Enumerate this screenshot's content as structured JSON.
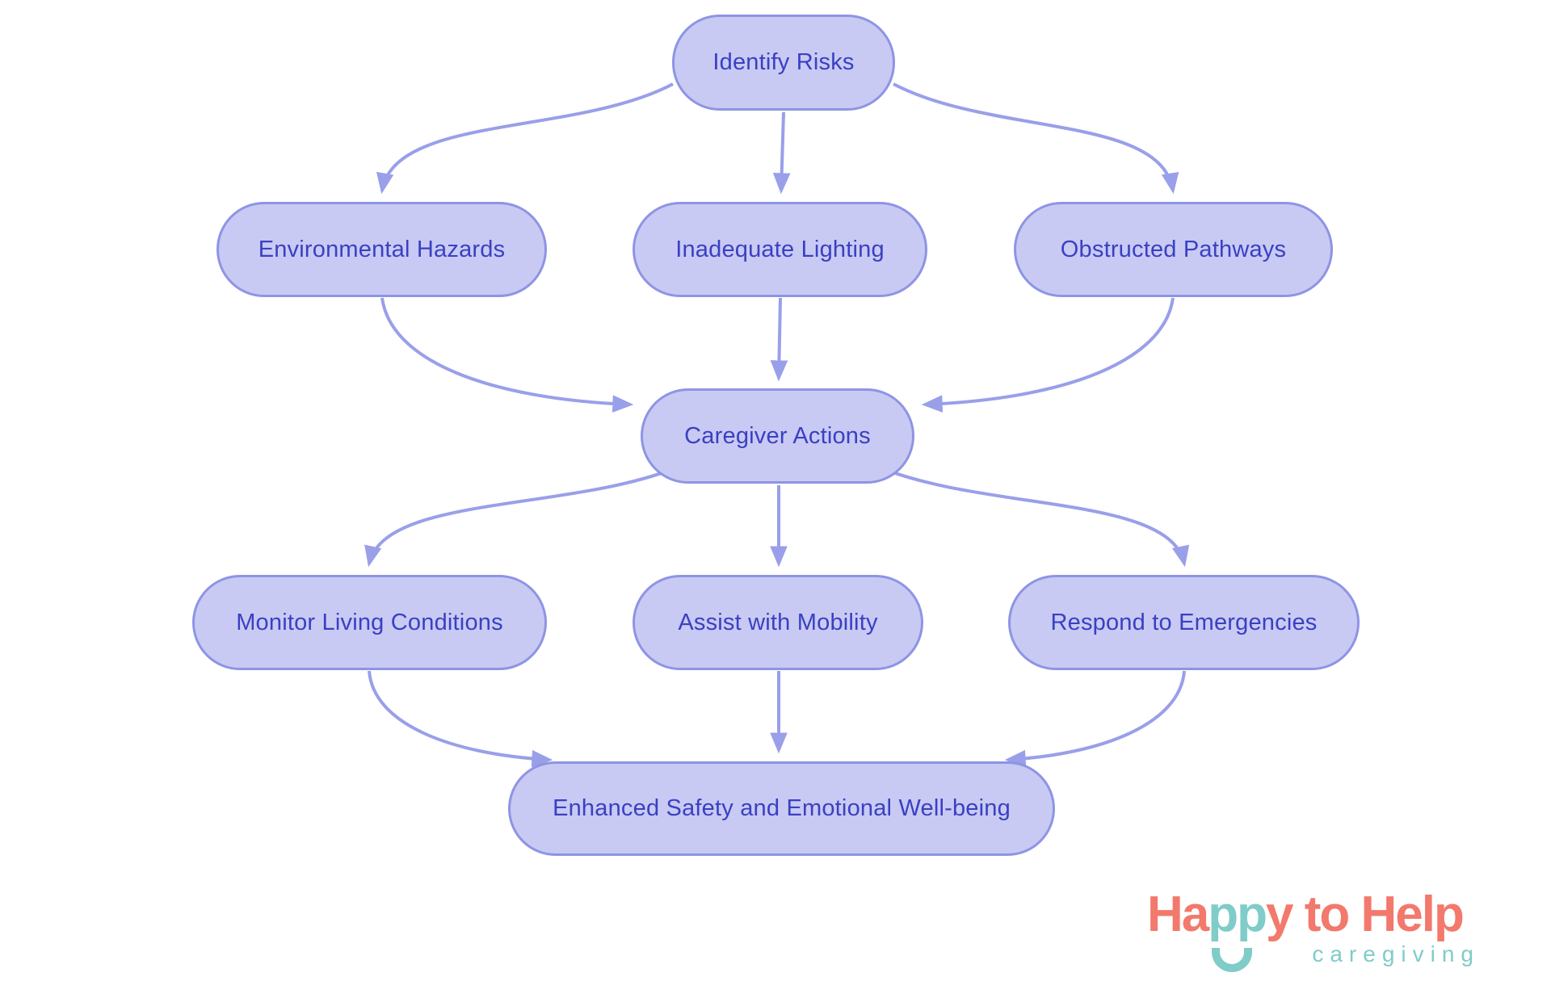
{
  "diagram": {
    "type": "flowchart",
    "nodes": [
      {
        "id": "identify-risks",
        "label": "Identify Risks"
      },
      {
        "id": "environmental-hazards",
        "label": "Environmental Hazards"
      },
      {
        "id": "inadequate-lighting",
        "label": "Inadequate Lighting"
      },
      {
        "id": "obstructed-pathways",
        "label": "Obstructed Pathways"
      },
      {
        "id": "caregiver-actions",
        "label": "Caregiver Actions"
      },
      {
        "id": "monitor-living-conditions",
        "label": "Monitor Living Conditions"
      },
      {
        "id": "assist-with-mobility",
        "label": "Assist with Mobility"
      },
      {
        "id": "respond-to-emergencies",
        "label": "Respond to Emergencies"
      },
      {
        "id": "enhanced-safety",
        "label": "Enhanced Safety and Emotional Well-being"
      }
    ],
    "edges": [
      {
        "from": "identify-risks",
        "to": "environmental-hazards"
      },
      {
        "from": "identify-risks",
        "to": "inadequate-lighting"
      },
      {
        "from": "identify-risks",
        "to": "obstructed-pathways"
      },
      {
        "from": "environmental-hazards",
        "to": "caregiver-actions"
      },
      {
        "from": "inadequate-lighting",
        "to": "caregiver-actions"
      },
      {
        "from": "obstructed-pathways",
        "to": "caregiver-actions"
      },
      {
        "from": "caregiver-actions",
        "to": "monitor-living-conditions"
      },
      {
        "from": "caregiver-actions",
        "to": "assist-with-mobility"
      },
      {
        "from": "caregiver-actions",
        "to": "respond-to-emergencies"
      },
      {
        "from": "monitor-living-conditions",
        "to": "enhanced-safety"
      },
      {
        "from": "assist-with-mobility",
        "to": "enhanced-safety"
      },
      {
        "from": "respond-to-emergencies",
        "to": "enhanced-safety"
      }
    ]
  },
  "colors": {
    "background": "#ffffff",
    "node_fill": "#c8caf3",
    "node_border": "#8e94e4",
    "node_text": "#3a40c2",
    "edge": "#999fe9",
    "logo_coral": "#f2796c",
    "logo_teal": "#7fccc8"
  },
  "logo": {
    "happy_ha": "Ha",
    "happy_pp": "pp",
    "happy_y": "y",
    "to": " to ",
    "help": "Help",
    "subtitle": "caregiving"
  }
}
